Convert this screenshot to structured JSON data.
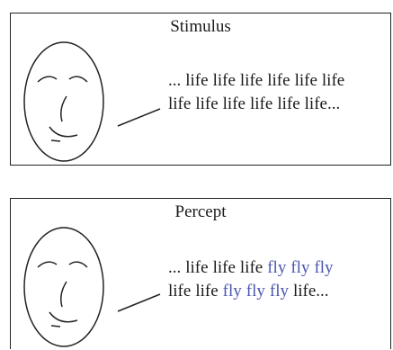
{
  "panels": [
    {
      "id": "stimulus",
      "title": "Stimulus",
      "lines": [
        [
          {
            "text": "...",
            "highlight": false
          },
          {
            "text": "life",
            "highlight": false
          },
          {
            "text": "life",
            "highlight": false
          },
          {
            "text": "life",
            "highlight": false
          },
          {
            "text": "life",
            "highlight": false
          },
          {
            "text": "life",
            "highlight": false
          },
          {
            "text": "life",
            "highlight": false
          }
        ],
        [
          {
            "text": "life",
            "highlight": false
          },
          {
            "text": "life",
            "highlight": false
          },
          {
            "text": "life",
            "highlight": false
          },
          {
            "text": "life",
            "highlight": false
          },
          {
            "text": "life",
            "highlight": false
          },
          {
            "text": "life...",
            "highlight": false
          }
        ]
      ]
    },
    {
      "id": "percept",
      "title": "Percept",
      "lines": [
        [
          {
            "text": "...",
            "highlight": false
          },
          {
            "text": "life",
            "highlight": false
          },
          {
            "text": "life",
            "highlight": false
          },
          {
            "text": "life",
            "highlight": false
          },
          {
            "text": "fly",
            "highlight": true
          },
          {
            "text": "fly",
            "highlight": true
          },
          {
            "text": "fly",
            "highlight": true
          }
        ],
        [
          {
            "text": "life",
            "highlight": false
          },
          {
            "text": "life",
            "highlight": false
          },
          {
            "text": "fly",
            "highlight": true
          },
          {
            "text": "fly",
            "highlight": true
          },
          {
            "text": "fly",
            "highlight": true
          },
          {
            "text": "life...",
            "highlight": false
          }
        ]
      ]
    }
  ],
  "colors": {
    "text": "#1a1a1a",
    "highlight": "#4a56b0",
    "stroke": "#222222"
  }
}
